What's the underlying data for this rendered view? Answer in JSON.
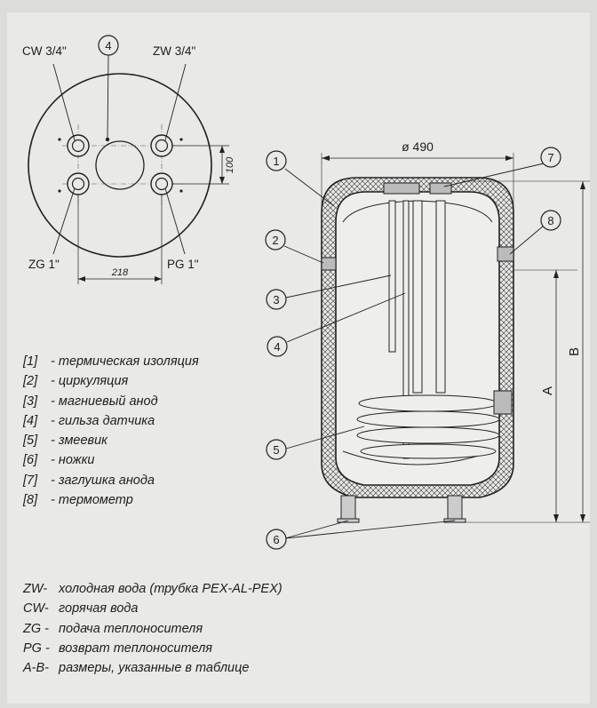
{
  "top_view": {
    "cw_label": "CW 3/4\"",
    "zw_label": "ZW 3/4\"",
    "zg_label": "ZG 1\"",
    "pg_label": "PG 1\"",
    "center_callout": "4",
    "dim_vertical": "100",
    "dim_horizontal": "218"
  },
  "side_view": {
    "diameter": "ø 490",
    "dim_a": "A",
    "dim_b": "B",
    "callouts": [
      "1",
      "2",
      "3",
      "4",
      "5",
      "6",
      "7",
      "8"
    ]
  },
  "legend_parts": [
    {
      "code": "[1]",
      "text": "- термическая изоляция"
    },
    {
      "code": "[2]",
      "text": "- циркуляция"
    },
    {
      "code": "[3]",
      "text": "- магниевый анод"
    },
    {
      "code": "[4]",
      "text": "- гильза датчика"
    },
    {
      "code": "[5]",
      "text": "- змеевик"
    },
    {
      "code": "[6]",
      "text": "- ножки"
    },
    {
      "code": "[7]",
      "text": "- заглушка анода"
    },
    {
      "code": "[8]",
      "text": "- термометр"
    }
  ],
  "legend_codes": [
    {
      "code": "ZW-",
      "text": "холодная вода (трубка PEX-AL-PEX)"
    },
    {
      "code": "CW-",
      "text": "горячая вода"
    },
    {
      "code": "ZG -",
      "text": "подача теплоносителя"
    },
    {
      "code": "PG -",
      "text": "возврат теплоносителя"
    },
    {
      "code": "A-B-",
      "text": "размеры, указанные в таблице"
    }
  ]
}
